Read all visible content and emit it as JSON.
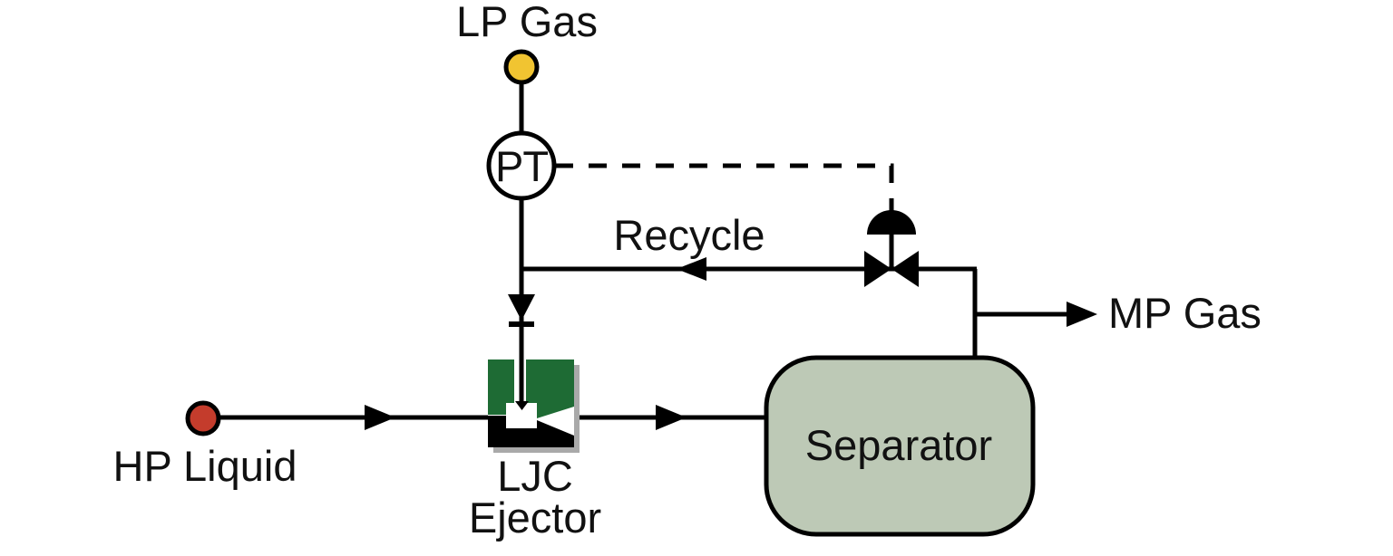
{
  "diagram": {
    "type": "process-flow-diagram",
    "labels": {
      "lp_gas": "LP Gas",
      "pt_instrument": "PT",
      "recycle": "Recycle",
      "mp_gas": "MP Gas",
      "hp_liquid": "HP Liquid",
      "ejector_line1": "LJC",
      "ejector_line2": "Ejector",
      "separator": "Separator"
    },
    "colors": {
      "lp_gas_node": "#F1C431",
      "hp_liquid_node": "#C43C2C",
      "ejector_green": "#1E6B34",
      "separator_fill": "#BDC9B6",
      "instrument_fill": "#FFFFFF",
      "line": "#000000",
      "shadow": "#A9A9A9"
    }
  }
}
